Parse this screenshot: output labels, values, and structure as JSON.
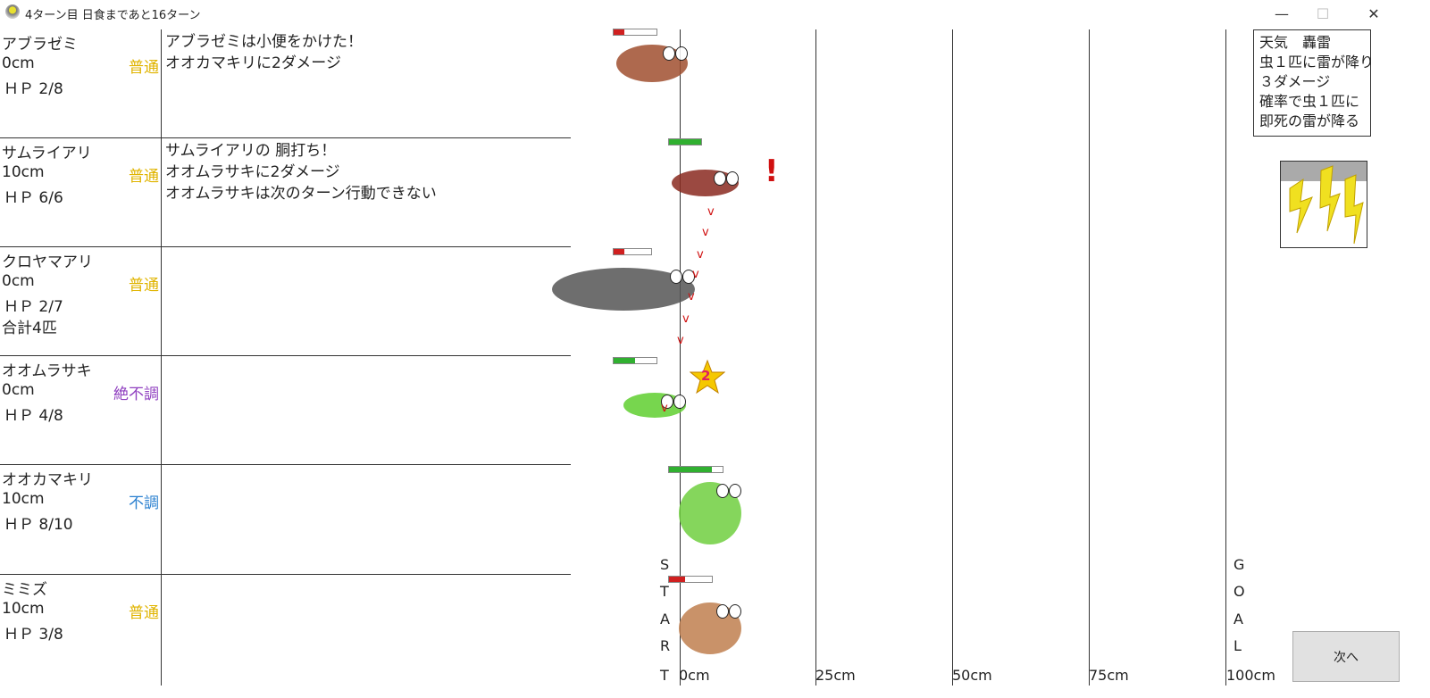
{
  "window": {
    "title": "4ターン目 日食まであと16ターン",
    "minimize": "—",
    "maximize": "☐",
    "close": "✕"
  },
  "insects": [
    {
      "name": "アブラゼミ",
      "distance": "0cm",
      "status": "普通",
      "status_color": "#e0b400",
      "hp": "ＨＰ 2/8",
      "hp_fraction": 0.25,
      "hp_color": "#d02020",
      "log": "アブラゼミは小便をかけた！\nオオカマキリに2ダメージ",
      "extra": ""
    },
    {
      "name": "サムライアリ",
      "distance": "10cm",
      "status": "普通",
      "status_color": "#e0b400",
      "hp": "ＨＰ 6/6",
      "hp_fraction": 1.0,
      "hp_color": "#30b030",
      "log": "サムライアリの 胴打ち！\nオオムラサキに2ダメージ\nオオムラサキは次のターン行動できない",
      "extra": ""
    },
    {
      "name": "クロヤマアリ",
      "distance": "0cm",
      "status": "普通",
      "status_color": "#e0b400",
      "hp": "ＨＰ 2/7",
      "hp_fraction": 0.28,
      "hp_color": "#d02020",
      "log": "",
      "extra": "合計4匹"
    },
    {
      "name": "オオムラサキ",
      "distance": "0cm",
      "status": "絶不調",
      "status_color": "#9040c0",
      "hp": "ＨＰ 4/8",
      "hp_fraction": 0.5,
      "hp_color": "#30b030",
      "log": "",
      "extra": ""
    },
    {
      "name": "オオカマキリ",
      "distance": "10cm",
      "status": "不調",
      "status_color": "#2a80d0",
      "hp": "ＨＰ 8/10",
      "hp_fraction": 0.8,
      "hp_color": "#30b030",
      "log": "",
      "extra": ""
    },
    {
      "name": "ミミズ",
      "distance": "10cm",
      "status": "普通",
      "status_color": "#e0b400",
      "hp": "ＨＰ 3/8",
      "hp_fraction": 0.375,
      "hp_color": "#d02020",
      "log": "",
      "extra": ""
    }
  ],
  "track": {
    "ticks": [
      "0cm",
      "25cm",
      "50cm",
      "75cm",
      "100cm"
    ],
    "start": [
      "S",
      "T",
      "A",
      "R",
      "T"
    ],
    "goal": [
      "G",
      "O",
      "A",
      "L"
    ]
  },
  "effects": {
    "alert": "!",
    "star_number": "2",
    "arrow": "v"
  },
  "weather": {
    "text": "天気　轟雷\n虫１匹に雷が降り\n３ダメージ\n確率で虫１匹に\n即死の雷が降る"
  },
  "next_button": "次へ"
}
